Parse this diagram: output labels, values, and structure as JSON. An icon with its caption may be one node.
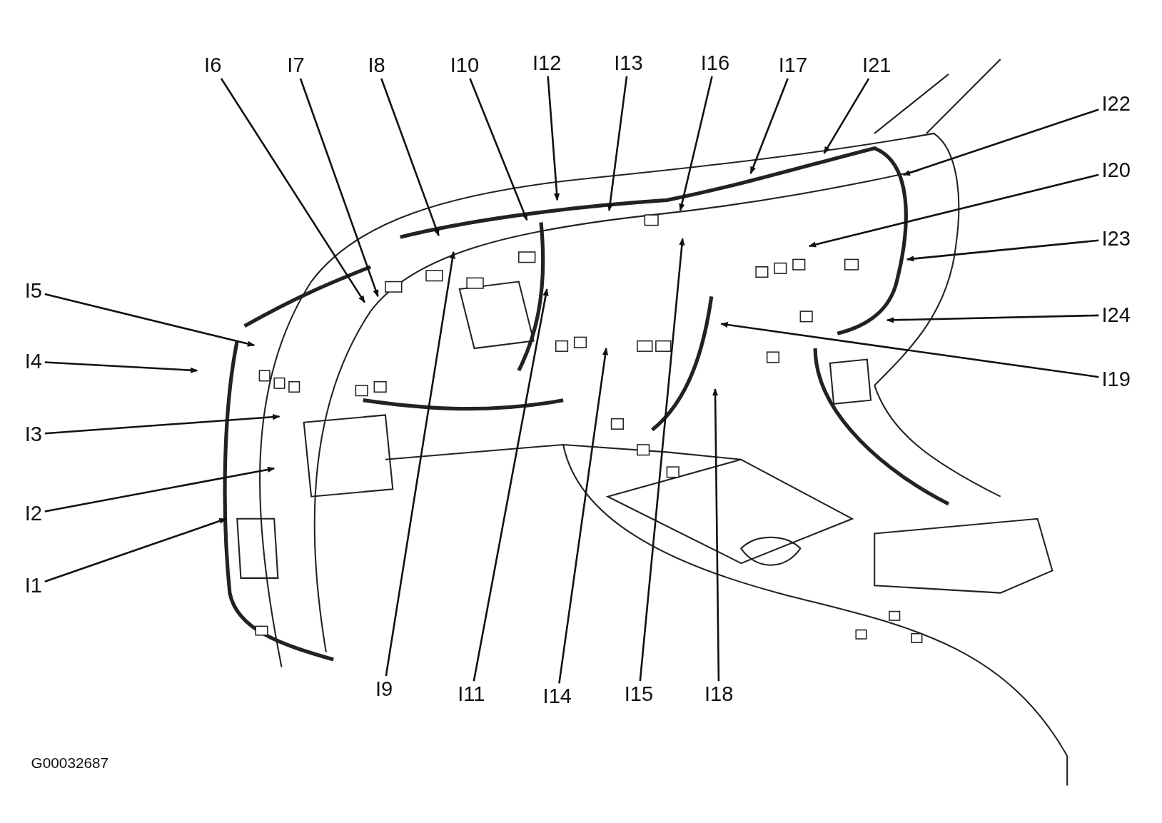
{
  "diagram": {
    "nodes": [
      {
        "text": [
          "I6"
        ]
      },
      {
        "text": [
          "I7"
        ]
      },
      {
        "text": [
          "I8"
        ]
      },
      {
        "text": [
          "I10"
        ]
      },
      {
        "text": [
          "I12"
        ]
      },
      {
        "text": [
          "I13"
        ]
      },
      {
        "text": [
          "I16"
        ]
      },
      {
        "text": [
          "I17"
        ]
      },
      {
        "text": [
          "I21"
        ]
      },
      {
        "text": [
          "I22"
        ]
      },
      {
        "text": [
          "I20"
        ]
      },
      {
        "text": [
          "I23"
        ]
      },
      {
        "text": [
          "I5"
        ]
      },
      {
        "text": [
          "I24"
        ]
      },
      {
        "text": [
          "I4"
        ]
      },
      {
        "text": [
          "I19"
        ]
      },
      {
        "text": [
          "I3"
        ]
      },
      {
        "text": [
          "I2"
        ]
      },
      {
        "text": [
          "I1"
        ]
      },
      {
        "text": [
          "I9"
        ]
      },
      {
        "text": [
          "I11"
        ]
      },
      {
        "text": [
          "I14"
        ]
      },
      {
        "text": [
          "I15"
        ]
      },
      {
        "text": [
          "I18"
        ]
      }
    ],
    "edges": [
      {
        "from": 0,
        "to": null,
        "arrow": "to"
      },
      {
        "from": 1,
        "to": null,
        "arrow": "to"
      },
      {
        "from": 2,
        "to": null,
        "arrow": "to"
      },
      {
        "from": 3,
        "to": null,
        "arrow": "to"
      },
      {
        "from": 4,
        "to": null,
        "arrow": "to"
      },
      {
        "from": 5,
        "to": null,
        "arrow": "to"
      },
      {
        "from": 6,
        "to": null,
        "arrow": "to"
      },
      {
        "from": 7,
        "to": null,
        "arrow": "to"
      },
      {
        "from": 8,
        "to": null,
        "arrow": "to"
      },
      {
        "from": 9,
        "to": null,
        "arrow": "to"
      },
      {
        "from": 10,
        "to": null,
        "arrow": "to"
      },
      {
        "from": 11,
        "to": null,
        "arrow": "to"
      },
      {
        "from": 12,
        "to": null,
        "arrow": "to"
      },
      {
        "from": 13,
        "to": null,
        "arrow": "to"
      },
      {
        "from": 14,
        "to": null,
        "arrow": "to"
      },
      {
        "from": 15,
        "to": null,
        "arrow": "to"
      },
      {
        "from": 16,
        "to": null,
        "arrow": "to"
      },
      {
        "from": 17,
        "to": null,
        "arrow": "to"
      },
      {
        "from": 18,
        "to": null,
        "arrow": "to"
      },
      {
        "from": 19,
        "to": null,
        "arrow": "to"
      },
      {
        "from": 20,
        "to": null,
        "arrow": "to"
      },
      {
        "from": 21,
        "to": null,
        "arrow": "to"
      },
      {
        "from": 22,
        "to": null,
        "arrow": "to"
      },
      {
        "from": 23,
        "to": null,
        "arrow": "to"
      }
    ],
    "labels": [
      "G00032687"
    ]
  }
}
